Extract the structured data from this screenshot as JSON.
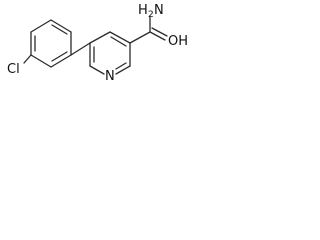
{
  "molecule": {
    "atoms": {
      "chlorine": "Cl",
      "pyridine_nitrogen": "N",
      "amide_hydroxyl": "OH",
      "amide_nitrogen_letter": "N",
      "amide_nitrogen_h": "H",
      "amide_nitrogen_h_count": "2"
    }
  }
}
